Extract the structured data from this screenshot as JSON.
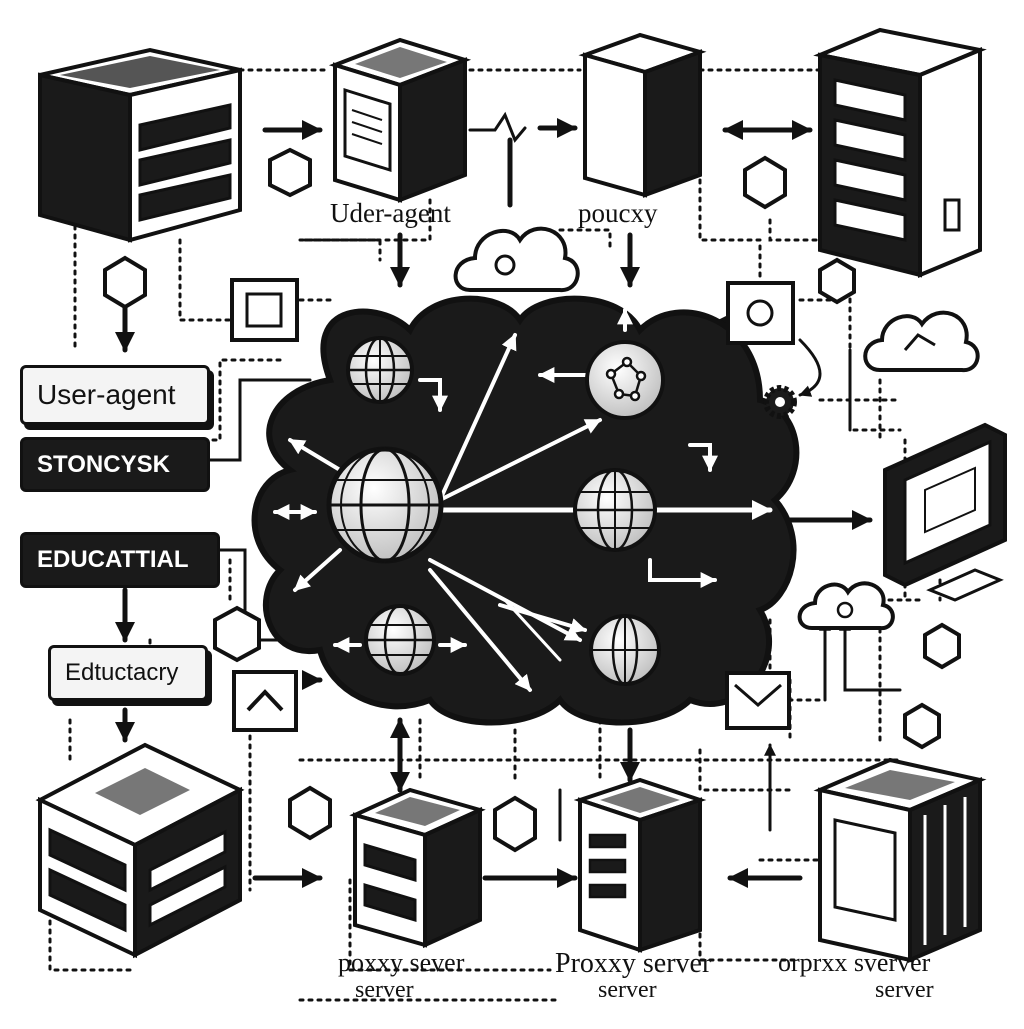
{
  "labels": {
    "top_left": "Uder-agent",
    "top_right": "poucxy",
    "side_user_agent": "User-agent",
    "side_stoncysk": "STONCYSK",
    "side_educattial": "EDUCATTIAL",
    "side_edtuctacry": "Edtuctacry",
    "bottom_1_line1": "poxxy sever",
    "bottom_1_line2": "server",
    "bottom_2_line1": "Proxxy server",
    "bottom_2_line2": "server",
    "bottom_3_line1": "orprxx sverver",
    "bottom_3_line2": "server"
  },
  "colors": {
    "ink": "#111111",
    "paper": "#ffffff",
    "cloud": "#1a1a1a"
  }
}
